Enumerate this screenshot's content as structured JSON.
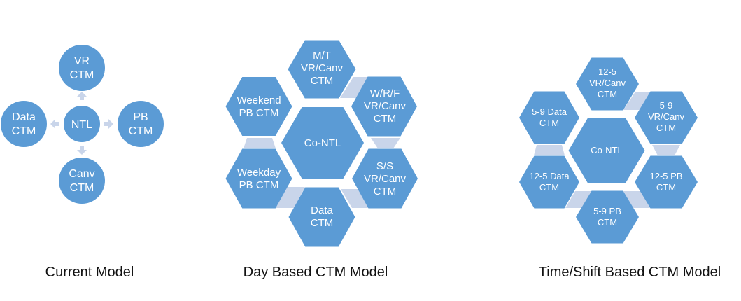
{
  "colors": {
    "node": "#5B9BD5",
    "connector": "#C9D5EA",
    "text": "#FFFFFF"
  },
  "current_model": {
    "caption": "Current Model",
    "center": {
      "line1": "NTL"
    },
    "nodes": [
      {
        "line1": "VR",
        "line2": "CTM"
      },
      {
        "line1": "Data",
        "line2": "CTM"
      },
      {
        "line1": "PB",
        "line2": "CTM"
      },
      {
        "line1": "Canv",
        "line2": "CTM"
      }
    ]
  },
  "day_model": {
    "caption": "Day Based CTM Model",
    "center": {
      "line1": "Co-NTL"
    },
    "nodes": [
      {
        "line1": "M/T",
        "line2": "VR/Canv",
        "line3": "CTM"
      },
      {
        "line1": "W/R/F",
        "line2": "VR/Canv",
        "line3": "CTM"
      },
      {
        "line1": "S/S",
        "line2": "VR/Canv",
        "line3": "CTM"
      },
      {
        "line1": "Data",
        "line2": "CTM"
      },
      {
        "line1": "Weekday",
        "line2": "PB CTM"
      },
      {
        "line1": "Weekend",
        "line2": "PB CTM"
      }
    ]
  },
  "time_model": {
    "caption": "Time/Shift Based CTM Model",
    "center": {
      "line1": "Co-NTL"
    },
    "nodes": [
      {
        "line1": "12-5",
        "line2": "VR/Canv",
        "line3": "CTM"
      },
      {
        "line1": "5-9",
        "line2": "VR/Canv",
        "line3": "CTM"
      },
      {
        "line1": "12-5 PB",
        "line2": "CTM"
      },
      {
        "line1": "5-9 PB",
        "line2": "CTM"
      },
      {
        "line1": "12-5 Data",
        "line2": "CTM"
      },
      {
        "line1": "5-9 Data",
        "line2": "CTM"
      }
    ]
  }
}
